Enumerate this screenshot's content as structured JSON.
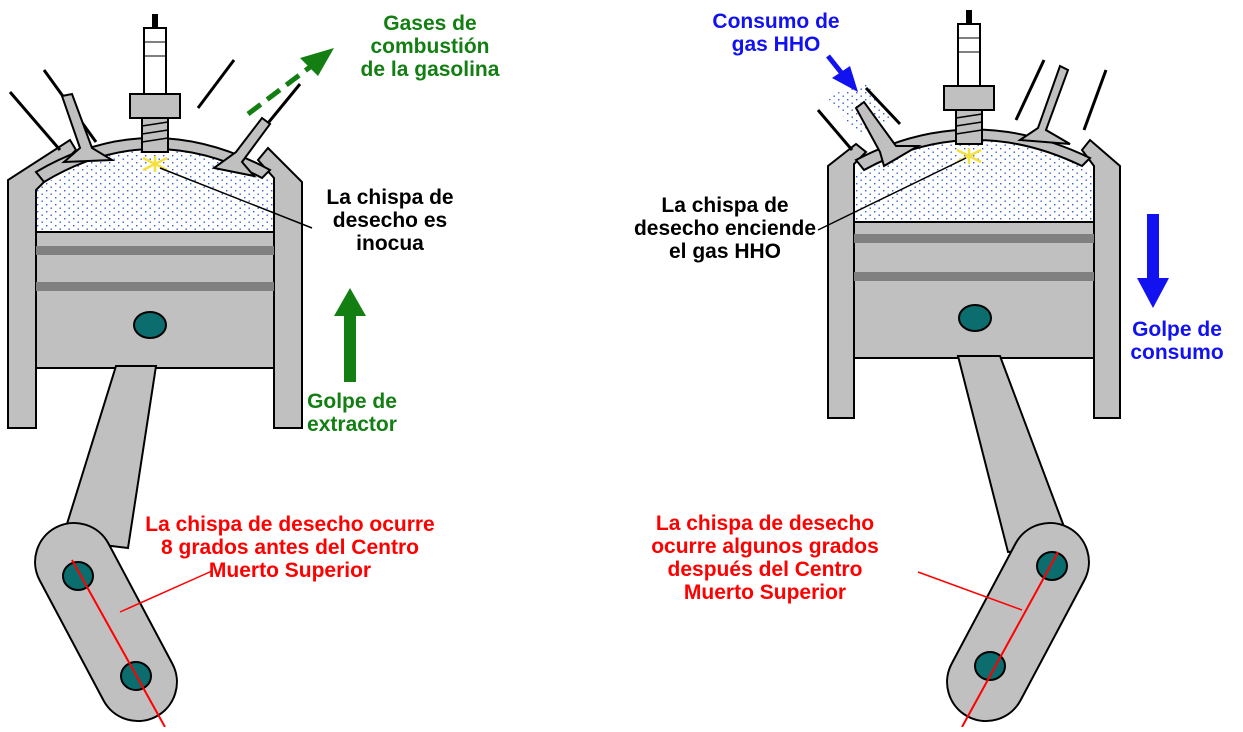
{
  "colors": {
    "green": "#137f13",
    "blue": "#1212f0",
    "red": "#ff0000",
    "black": "#000000",
    "gray": "#c0c0c0",
    "dark_gray": "#808080",
    "teal": "#0b6d6d",
    "spark": "#f5e040",
    "gas_dots": "#2f5fd0"
  },
  "left_diagram": {
    "exhaust_label": [
      "Gases de",
      "combustión",
      "de la gasolina"
    ],
    "spark_note": [
      "La chispa de",
      "desecho es",
      "inocua"
    ],
    "stroke_label": [
      "Golpe de",
      "extractor"
    ],
    "timing_note": [
      "La chispa de desecho ocurre",
      "8 grados antes del Centro",
      "Muerto Superior"
    ]
  },
  "right_diagram": {
    "intake_label": [
      "Consumo de",
      "gas HHO"
    ],
    "spark_note": [
      "La chispa de",
      "desecho enciende",
      "el gas HHO"
    ],
    "stroke_label": [
      "Golpe de",
      "consumo"
    ],
    "timing_note": [
      "La chispa de desecho",
      "ocurre algunos grados",
      "después del Centro",
      "Muerto Superior"
    ]
  }
}
